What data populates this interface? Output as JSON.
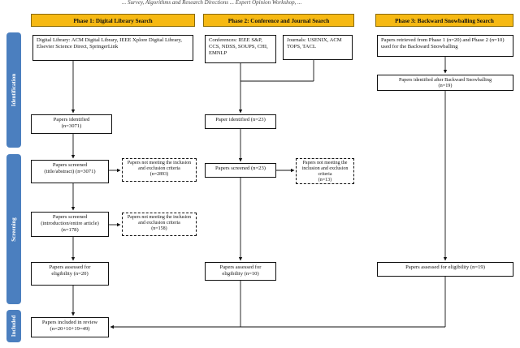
{
  "running_header": "... Survey, Algorithms and Research Directions ... Expert Opinion Workshop, ...",
  "phases": [
    "Phase 1: Digital Library Search",
    "Phase 2: Conference and Journal Search",
    "Phase 3: Backward Snowballing Search"
  ],
  "stages": [
    "Identification",
    "Screening",
    "Included"
  ],
  "phase1": {
    "sources": "Digital Library: ACM Digital Library, IEEE Xplore Digital Library, Elsevier Science Direct, SpringerLink",
    "identified": "Papers identified\n(n=3071)",
    "screened1": "Papers screened\n(title/abstract) (n=3071)",
    "excluded1": "Papers not meeting the inclusion and exclusion criteria\n(n=2893)",
    "screened2": "Papers screened\n(introduction/entire article)\n(n=178)",
    "excluded2": "Papers not meeting the inclusion and exclusion criteria\n(n=158)",
    "eligibility": "Papers assessed for\neligibility (n=20)",
    "included": "Papers included in review\n(n=20+10+19=49)"
  },
  "phase2": {
    "conferences": "Conferences: IEEE S&P, CCS, NDSS, SOUPS, CHI, EMNLP",
    "journals": "Journals: USENIX, ACM TOPS, TACL",
    "identified": "Paper identified (n=23)",
    "screened": "Papers screened (n=23)",
    "excluded": "Papers not meeting the inclusion and exclusion criteria\n(n=13)",
    "eligibility": "Papers assessed for\neligibility (n=10)"
  },
  "phase3": {
    "retrieved": "Papers retrieved from Phase 1 (n=20) and Phase 2 (n=10) used for the Backward Snowballing",
    "identified": "Papers identified after Backward Snowballing\n(n=19)",
    "eligibility": "Papers assessed for eligibility (n=19)"
  }
}
